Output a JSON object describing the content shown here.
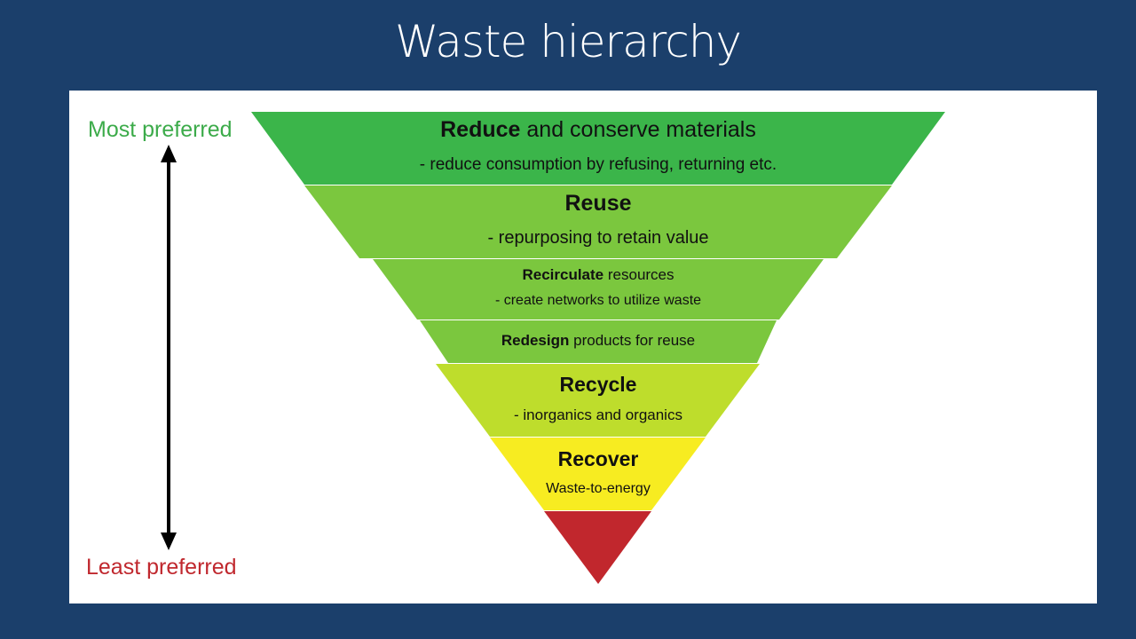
{
  "title": "Waste hierarchy",
  "preference": {
    "most": "Most preferred",
    "least": "Least preferred"
  },
  "levels": [
    {
      "bold": "Reduce",
      "rest": "and  conserve materials",
      "sub": "-  reduce consumption by refusing, returning etc.",
      "color": "#3bb54a"
    },
    {
      "bold": "Reuse",
      "rest": "",
      "sub": "- repurposing to retain value",
      "color": "#7bc73e"
    },
    {
      "bold": "Recirculate",
      "rest": "resources",
      "sub": "- create networks to utilize waste",
      "color": "#7bc73e"
    },
    {
      "bold": "Redesign",
      "rest": "products for reuse",
      "sub": "",
      "color": "#7bc73e"
    },
    {
      "bold": "Recycle",
      "rest": "",
      "sub": "- inorganics and organics",
      "color": "#bedd2c"
    },
    {
      "bold": "Recover",
      "rest": "",
      "sub": "Waste-to-energy",
      "color": "#f7ec21"
    },
    {
      "bold": "",
      "rest": "",
      "sub": "",
      "color": "#c1272d"
    }
  ]
}
